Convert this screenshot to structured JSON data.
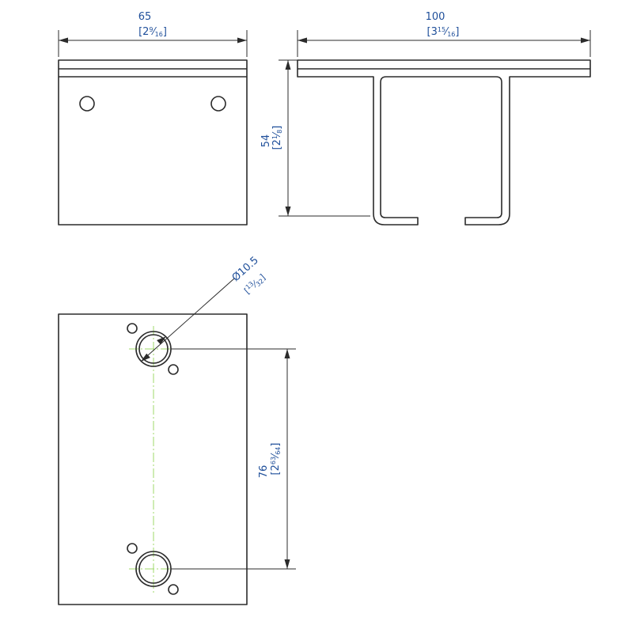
{
  "colors": {
    "dimension_text": "#1f4f9a",
    "outline": "#2b2b2b",
    "centerline": "#9fd96a",
    "background": "#ffffff"
  },
  "dimensions": {
    "front_width": {
      "mm": "65",
      "in_whole": "[2",
      "in_num": "9",
      "in_den": "16",
      "in_close": "]"
    },
    "side_width": {
      "mm": "100",
      "in_whole": "[3",
      "in_num": "15",
      "in_den": "16",
      "in_close": "]"
    },
    "side_height": {
      "mm": "54",
      "in_whole": "[2",
      "in_num": "1",
      "in_den": "8",
      "in_close": "]"
    },
    "hole_diameter": {
      "mm": "Ø10.5",
      "in_open": "[",
      "in_num": "13",
      "in_den": "32",
      "in_close": "]"
    },
    "hole_spacing": {
      "mm": "76",
      "in_whole": "[2",
      "in_num": "63",
      "in_den": "64",
      "in_close": "]"
    }
  }
}
